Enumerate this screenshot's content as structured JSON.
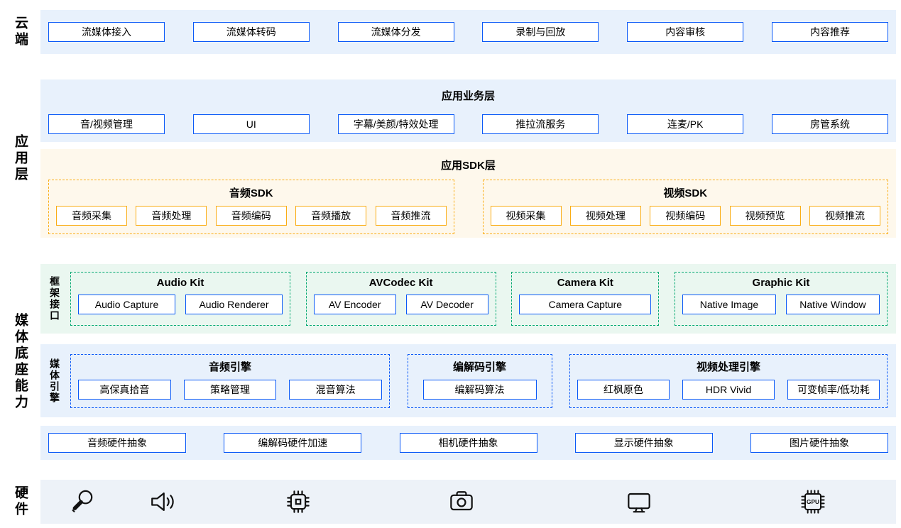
{
  "cloud": {
    "side_label": "云端",
    "items": [
      "流媒体接入",
      "流媒体转码",
      "流媒体分发",
      "录制与回放",
      "内容审核",
      "内容推荐"
    ]
  },
  "app": {
    "side_label": "应用层",
    "business": {
      "title": "应用业务层",
      "items": [
        "音/视频管理",
        "UI",
        "字幕/美颜/特效处理",
        "推拉流服务",
        "连麦/PK",
        "房管系统"
      ]
    },
    "sdk": {
      "title": "应用SDK层",
      "audio": {
        "title": "音频SDK",
        "items": [
          "音频采集",
          "音频处理",
          "音频编码",
          "音频播放",
          "音频推流"
        ]
      },
      "video": {
        "title": "视频SDK",
        "items": [
          "视频采集",
          "视频处理",
          "视频编码",
          "视频预览",
          "视频推流"
        ]
      }
    }
  },
  "media": {
    "side_label": "媒体底座能力",
    "framework": {
      "band_label": "框架接口",
      "groups": [
        {
          "title": "Audio Kit",
          "items": [
            "Audio Capture",
            "Audio Renderer"
          ]
        },
        {
          "title": "AVCodec Kit",
          "items": [
            "AV Encoder",
            "AV Decoder"
          ]
        },
        {
          "title": "Camera Kit",
          "items": [
            "Camera Capture"
          ]
        },
        {
          "title": "Graphic Kit",
          "items": [
            "Native Image",
            "Native Window"
          ]
        }
      ]
    },
    "engine": {
      "band_label": "媒体引擎",
      "groups": [
        {
          "title": "音频引擎",
          "items": [
            "高保真拾音",
            "策略管理",
            "混音算法"
          ]
        },
        {
          "title": "编解码引擎",
          "items": [
            "编解码算法"
          ]
        },
        {
          "title": "视频处理引擎",
          "items": [
            "红枫原色",
            "HDR Vivid",
            "可变帧率/低功耗"
          ]
        }
      ]
    },
    "hal": {
      "items": [
        "音频硬件抽象",
        "编解码硬件加速",
        "相机硬件抽象",
        "显示硬件抽象",
        "图片硬件抽象"
      ]
    }
  },
  "hardware": {
    "side_label": "硬件",
    "icons": [
      "microphone",
      "speaker",
      "soc-chip",
      "camera",
      "display",
      "gpu"
    ],
    "gpu_text": "GPU"
  },
  "colors": {
    "primary_blue": "#0A59F7",
    "band_blue_bg": "#E8F1FC",
    "accent_orange": "#FAAD14",
    "band_orange_bg": "#FEF8EC",
    "accent_green": "#00A870",
    "band_green_bg": "#EAF7F0",
    "hardware_band_bg": "#EDF2F8"
  }
}
